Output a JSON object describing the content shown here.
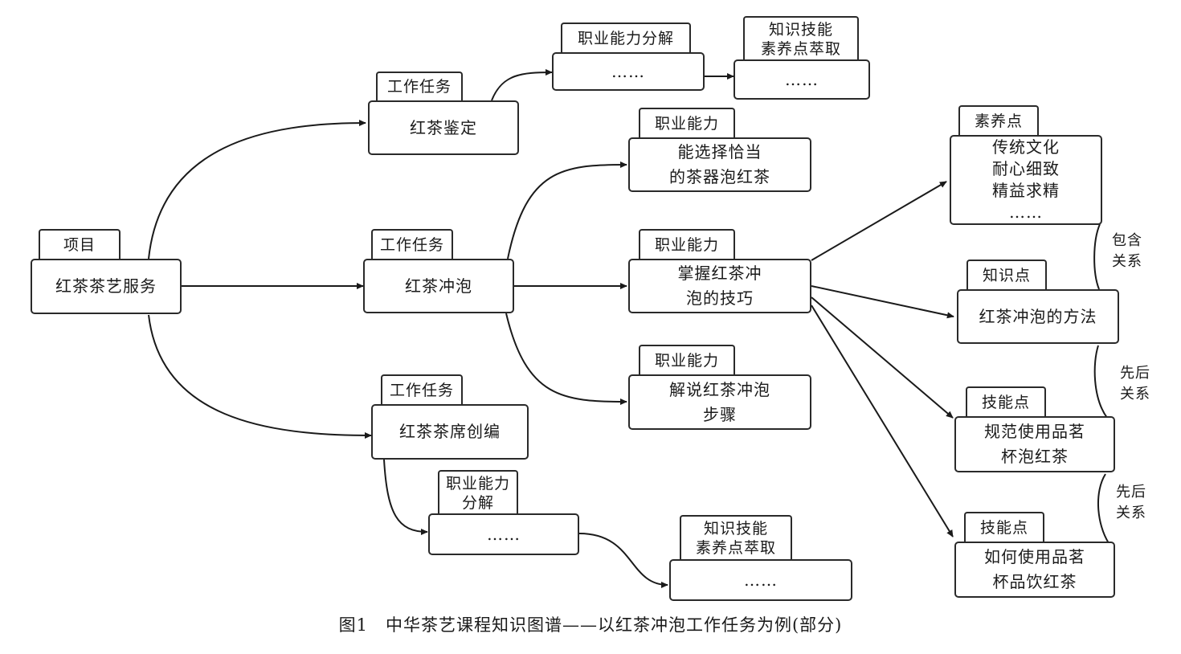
{
  "project": {
    "tag": "项目",
    "label": "红茶茶艺服务"
  },
  "tasks": [
    {
      "tag": "工作任务",
      "label": "红茶鉴定"
    },
    {
      "tag": "工作任务",
      "label": "红茶冲泡"
    },
    {
      "tag": "工作任务",
      "label": "红茶茶席创编"
    }
  ],
  "top_branch": {
    "ability_tag": "职业能力分解",
    "ability_label": "……",
    "knowledge_tag": "知识技能\n素养点萃取",
    "knowledge_label": "……"
  },
  "abilities": [
    {
      "tag": "职业能力",
      "label": "能选择恰当\n的茶器泡红茶"
    },
    {
      "tag": "职业能力",
      "label": "掌握红茶冲\n泡的技巧"
    },
    {
      "tag": "职业能力",
      "label": "解说红茶冲泡\n步骤"
    }
  ],
  "bottom_branch": {
    "ability_tag": "职业能力\n分解",
    "ability_label": "……",
    "knowledge_tag": "知识技能\n素养点萃取",
    "knowledge_label": "……"
  },
  "points": [
    {
      "tag": "素养点",
      "label": "传统文化\n耐心细致\n精益求精\n……"
    },
    {
      "tag": "知识点",
      "label": "红茶冲泡的方法"
    },
    {
      "tag": "技能点",
      "label": "规范使用品茗\n杯泡红茶"
    },
    {
      "tag": "技能点",
      "label": "如何使用品茗\n杯品饮红茶"
    }
  ],
  "relations": [
    "包含\n关系",
    "先后\n关系",
    "先后\n关系"
  ],
  "caption": {
    "number": "图1",
    "text": "中华茶艺课程知识图谱——以红茶冲泡工作任务为例(部分)"
  }
}
